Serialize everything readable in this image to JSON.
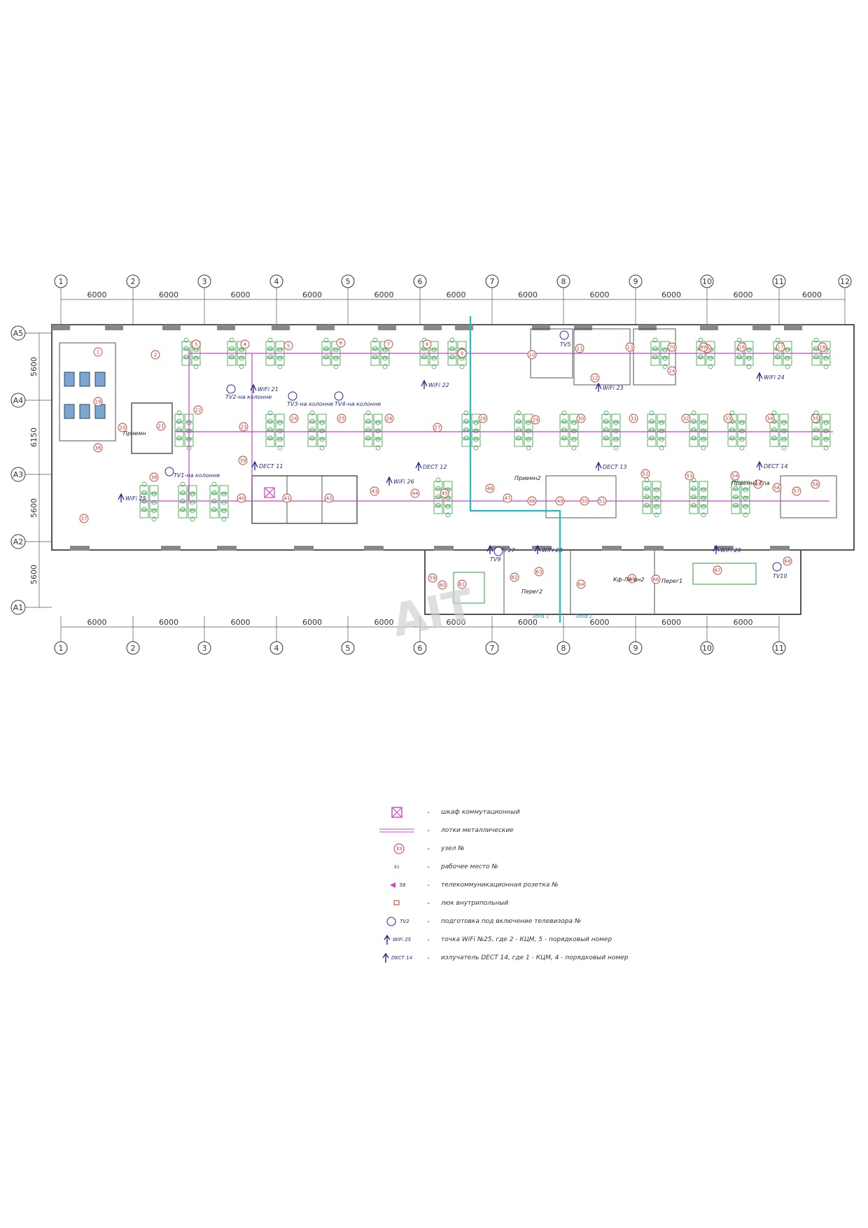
{
  "axes": {
    "columns_top": [
      "1",
      "2",
      "3",
      "4",
      "5",
      "6",
      "7",
      "8",
      "9",
      "10",
      "11",
      "12"
    ],
    "columns_bottom": [
      "1",
      "2",
      "3",
      "4",
      "5",
      "6",
      "7",
      "8",
      "9",
      "10",
      "11"
    ],
    "rows": [
      "A5",
      "A4",
      "A3",
      "A2",
      "A1"
    ],
    "spans_top": [
      "6000",
      "6000",
      "6000",
      "6000",
      "6000",
      "6000",
      "6000",
      "6000",
      "6000",
      "6000",
      "6000"
    ],
    "spans_bottom": [
      "6000",
      "6000",
      "6000",
      "6000",
      "6000",
      "6000",
      "6000",
      "6000",
      "6000",
      "6000"
    ],
    "row_spans": [
      "5600",
      "6150",
      "5600",
      "5600"
    ]
  },
  "devices": {
    "wifi": [
      "WiFi 21",
      "WiFi 22",
      "WiFi 23",
      "WiFi 24",
      "WiFi 25",
      "WiFi 26",
      "WiFi 27",
      "WiFi 28",
      "WiFi 29"
    ],
    "dect": [
      "DECT 11",
      "DECT 12",
      "DECT 13",
      "DECT 14"
    ],
    "tv": [
      "TV1-на колонне",
      "TV2-на колонне",
      "TV3-на колонне",
      "TV4-на колонне",
      "TV5",
      "TV9",
      "TV10"
    ]
  },
  "rooms": [
    "Приемн",
    "Приемн2",
    "Приемн1 Гпа",
    "Перег2",
    "Перег1",
    "Кф-Лн-вн2",
    "Зона 1",
    "Зона 2"
  ],
  "nodes": [
    "1",
    "2",
    "3",
    "4",
    "5",
    "6",
    "7",
    "8",
    "9",
    "10",
    "11",
    "12",
    "13",
    "14",
    "15",
    "16",
    "17",
    "18",
    "19",
    "20",
    "21",
    "22",
    "23",
    "24",
    "25",
    "26",
    "27",
    "28",
    "29",
    "30",
    "31",
    "32",
    "33",
    "34",
    "35",
    "36",
    "37",
    "38",
    "39",
    "40",
    "41",
    "42",
    "43",
    "44",
    "45",
    "46",
    "47",
    "48",
    "49",
    "50",
    "51",
    "52",
    "53",
    "54",
    "55",
    "56",
    "57",
    "58",
    "59",
    "60",
    "61",
    "62",
    "63",
    "64",
    "65",
    "66",
    "67",
    "68",
    "69",
    "70"
  ],
  "watermark": "AIT",
  "legend": [
    {
      "symbol": "switch-cabinet",
      "dash": "-",
      "text": "шкаф коммутационный"
    },
    {
      "symbol": "tray",
      "dash": "-",
      "text": "лотки металлические"
    },
    {
      "symbol": "node",
      "symbol_text": "33",
      "dash": "-",
      "text": "узел №"
    },
    {
      "symbol": "workplace",
      "symbol_text": "81",
      "dash": "-",
      "text": "рабочее место №"
    },
    {
      "symbol": "socket",
      "symbol_text": "58",
      "dash": "-",
      "text": "телекоммуникационная розетка №"
    },
    {
      "symbol": "floor-box",
      "dash": "-",
      "text": "люк внутрипольный"
    },
    {
      "symbol": "tv",
      "symbol_text": "TV2",
      "dash": "-",
      "text": "подготовка под включение телевизора №"
    },
    {
      "symbol": "wifi",
      "symbol_text": "WiFi 25",
      "dash": "-",
      "text": "точка WiFi №25, где 2 - КЦМ, 5 - порядковый номер"
    },
    {
      "symbol": "dect",
      "symbol_text": "DECT 14",
      "dash": "-",
      "text": "излучатель DECT 14, где 1 - КЦМ, 4 - порядковый номер"
    }
  ],
  "colors": {
    "wall": "#555555",
    "tray": "#d040d0",
    "node": "#c0392b",
    "desk": "#2e9e3e",
    "wifi": "#1f2a8a",
    "cable": "#17c0d0"
  }
}
